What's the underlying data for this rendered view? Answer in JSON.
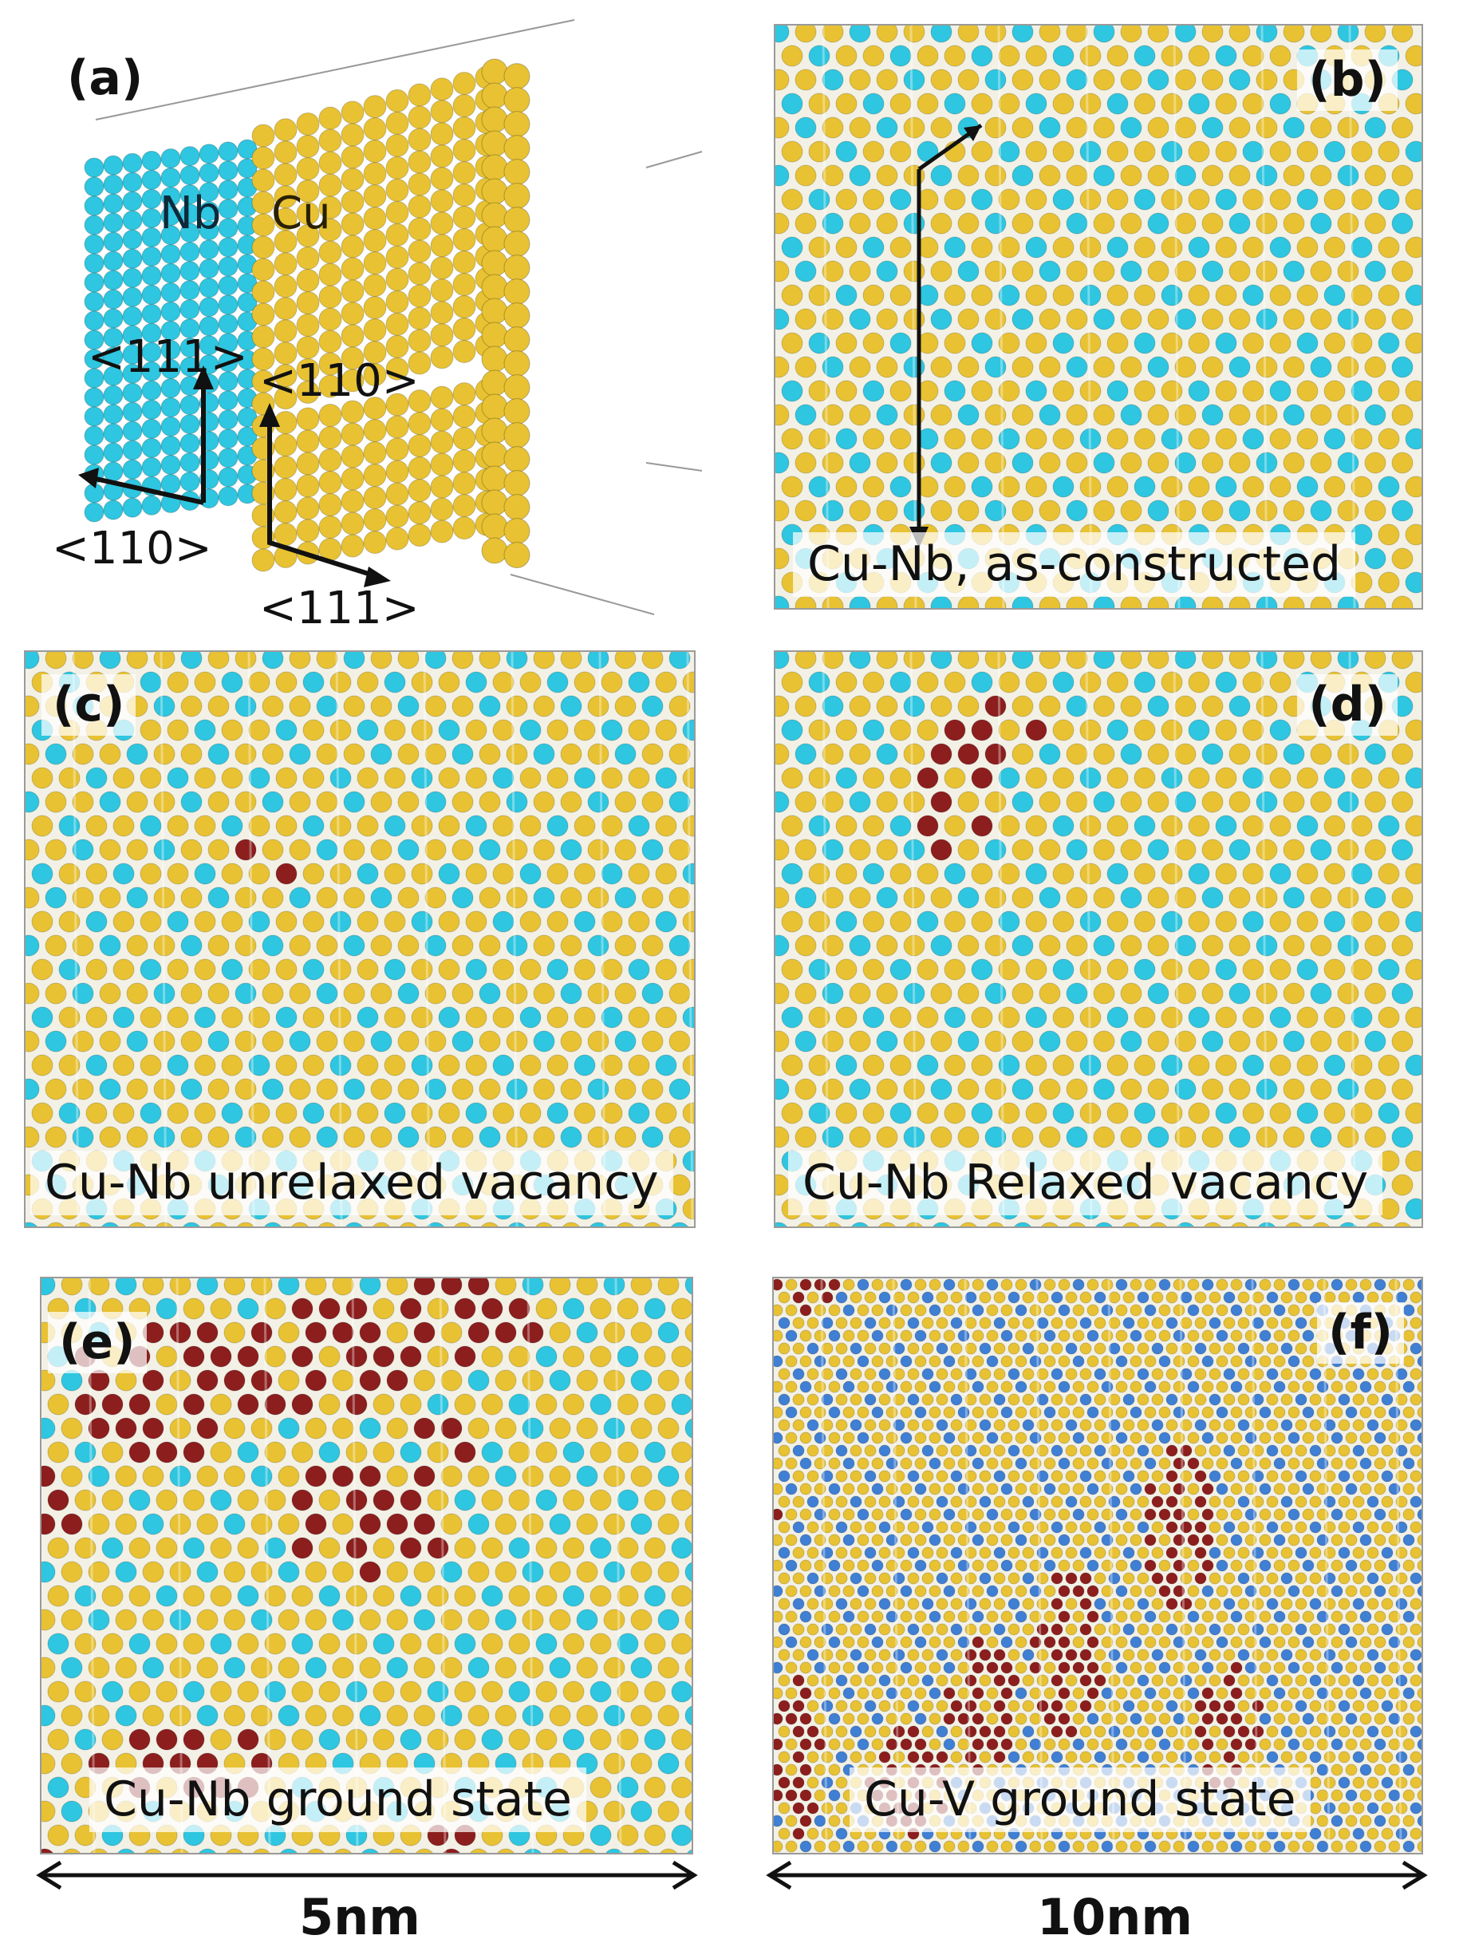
{
  "colors": {
    "cu": "#e8c232",
    "nb": "#2ec6e0",
    "vacancy": "#8c1e1e",
    "v": "#3f7fd4"
  },
  "panel_a": {
    "letter": "(a)",
    "nb": "Nb",
    "cu": "Cu",
    "dir_nb_up": "<111>",
    "dir_cu_up": "<110>",
    "dir_nb_side": "<110>",
    "dir_cu_side": "<111>"
  },
  "panel_b": {
    "letter": "(b)",
    "caption": "Cu-Nb, as-constructed"
  },
  "panel_c": {
    "letter": "(c)",
    "caption": "Cu-Nb unrelaxed vacancy"
  },
  "panel_d": {
    "letter": "(d)",
    "caption": "Cu-Nb Relaxed vacancy"
  },
  "panel_e": {
    "letter": "(e)",
    "caption": "Cu-Nb ground state"
  },
  "panel_f": {
    "letter": "(f)",
    "caption": "Cu-V ground state"
  },
  "scale_left": "5nm",
  "scale_right": "10nm"
}
